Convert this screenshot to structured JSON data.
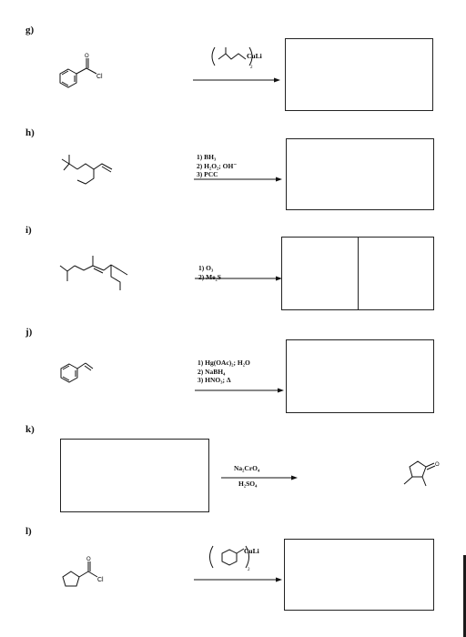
{
  "problems": [
    {
      "label": "g)",
      "reagent": {
        "text": "CuLi",
        "sub": "2"
      }
    },
    {
      "label": "h)",
      "conditions": [
        "1) BH₃",
        "2) H₂O₂; OH⁻",
        "3) PCC"
      ]
    },
    {
      "label": "i)",
      "conditions": [
        "1) O₃",
        "2) Me₂S"
      ]
    },
    {
      "label": "j)",
      "conditions": [
        "1) Hg(OAc)₂; H₂O",
        "2) NaBH₄",
        "3) HNO₃; Δ"
      ]
    },
    {
      "label": "k)",
      "conditions": [
        "Na₂CrO₄",
        "H₂SO₄"
      ]
    },
    {
      "label": "l)",
      "reagent": {
        "text": "CuLi",
        "sub": "2"
      }
    }
  ],
  "atoms": {
    "cl": "Cl",
    "o": "O"
  }
}
